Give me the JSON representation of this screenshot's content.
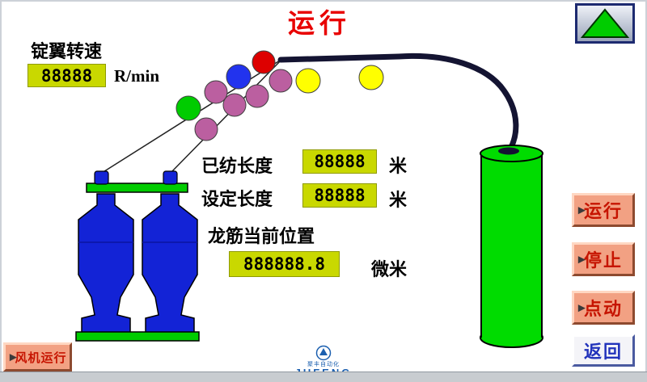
{
  "title": "运行",
  "spindle_speed": {
    "label": "锭翼转速",
    "value": "88888",
    "unit": "R/min"
  },
  "readouts": {
    "spun_length": {
      "label": "已纺长度",
      "value": "88888",
      "unit": "米"
    },
    "set_length": {
      "label": "设定长度",
      "value": "88888",
      "unit": "米"
    },
    "rail_position": {
      "label": "龙筋当前位置",
      "value": "888888.8",
      "unit": "微米"
    }
  },
  "buttons": {
    "run": {
      "label": "运行"
    },
    "stop": {
      "label": "停止"
    },
    "jog": {
      "label": "点动"
    },
    "back": {
      "label": "返回"
    },
    "fan": {
      "label": "风机运行"
    }
  },
  "icons": {
    "button_arrow": "▶"
  },
  "logo": {
    "small_text": "聚丰自动化",
    "brand": "JUFENG"
  },
  "colors": {
    "title": "#e80000",
    "value_box": "#c9d800",
    "button_salmon": "#f2a183",
    "button_text": "#c61400",
    "back_text": "#2233bb",
    "machine_green": "#00dc00",
    "bobbin_blue": "#1323d6",
    "thread": "#141432"
  },
  "balls": [
    "#00cc00",
    "#bb5fa0",
    "#bb5fa0",
    "#bb5fa0",
    "#2233ee",
    "#bb5fa0",
    "#dd0000",
    "#bb5fa0",
    "#ffff00",
    "#ffff00"
  ]
}
